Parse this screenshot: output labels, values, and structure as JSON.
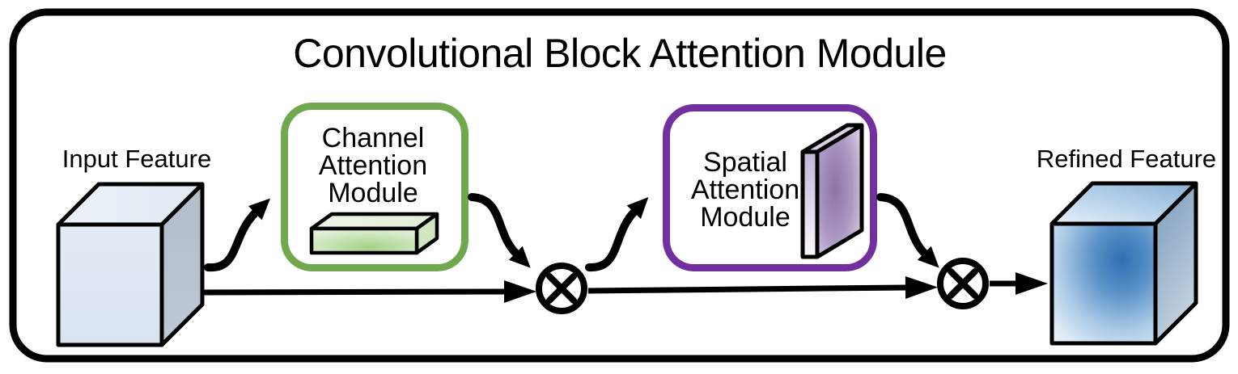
{
  "title": "Convolutional Block Attention Module",
  "input_feature": {
    "label": "Input Feature"
  },
  "refined_feature": {
    "label": "Refined Feature"
  },
  "channel_module": {
    "lines": [
      "Channel",
      "Attention",
      "Module"
    ],
    "border_color": "#6fa84d"
  },
  "spatial_module": {
    "lines": [
      "Spatial",
      "Attention",
      "Module"
    ],
    "border_color": "#7030a0"
  },
  "operators": {
    "symbol": "⊗"
  },
  "colors": {
    "outline": "#000000",
    "input_cube_front": "#dee7f1",
    "input_cube_side": "#b6c0cc",
    "refined_cube_center": "#2e6fb2",
    "channel_bar_center": "#a3d189",
    "spatial_slab_center": "#8b73a7"
  }
}
